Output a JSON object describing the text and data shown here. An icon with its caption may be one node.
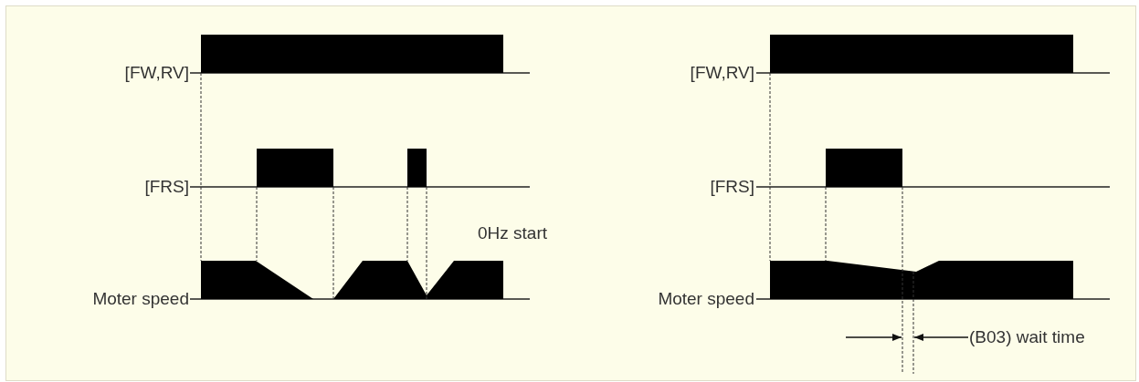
{
  "diagram": {
    "labels": [
      "[FW,RV]",
      "[FW,RV]",
      "[FRS]",
      "[FRS]",
      "0Hz start",
      "Moter speed",
      "Moter speed",
      "(B03) wait time"
    ]
  }
}
